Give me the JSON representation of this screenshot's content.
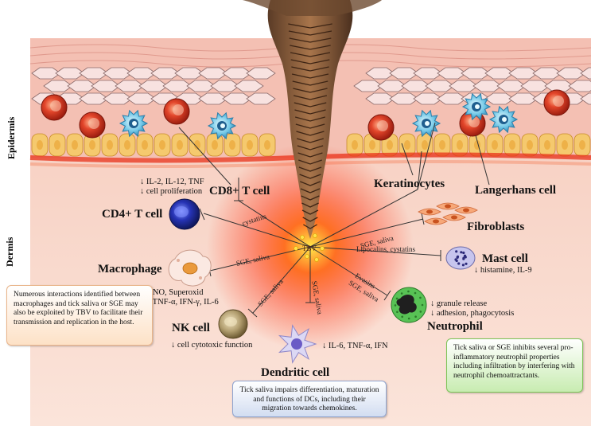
{
  "layers": {
    "epidermis": "Epidermis",
    "dermis": "Dermis"
  },
  "center": {
    "label": "TBV"
  },
  "cells": {
    "cd8": "CD8+ T cell",
    "cd4": "CD4+ T cell",
    "macrophage": "Macrophage",
    "nk": "NK cell",
    "dendritic": "Dendritic cell",
    "keratinocytes": "Keratinocytes",
    "langerhans": "Langerhans cell",
    "fibroblasts": "Fibroblasts",
    "mast": "Mast cell",
    "neutrophil": "Neutrophil"
  },
  "effects": {
    "cd4_line1": "↓ IL-2, IL-12, TNF",
    "cd4_line2": "↓ cell proliferation",
    "macrophage_line1": "↓ NO, Superoxid",
    "macrophage_line2": "↓ TNF-α, IFN-γ, IL-6",
    "nk": "↓ cell cytotoxic function",
    "dendritic": "↓ IL-6, TNF-α, IFN",
    "mast": "↓ histamine, IL-9",
    "neutrophil_line1": "↓ granule release",
    "neutrophil_line2": "↓ adhesion, phagocytosis"
  },
  "edge_labels": {
    "cystatins": "cystatins",
    "sge_saliva_mac": "SGE, saliva",
    "sge_saliva_nk": "SGE, saliva",
    "sge_saliva_dc": "SGE, saliva",
    "sge_saliva_fib": "SGE, saliva",
    "lipocalins": "Lipocalins, cystatins",
    "evasins": "Evasins",
    "sge_saliva_neu": "SGE, saliva"
  },
  "notes": {
    "macrophage": "Numerous interactions identified between macrophages and tick saliva or SGE may also be exploited by TBV to facilitate their transmission and replication in the host.",
    "dendritic": "Tick saliva impairs differentiation, maturation and functions of DCs, including their migration towards chemokines.",
    "neutrophil": "Tick saliva or SGE inhibits several pro-inflammatory neutrophil properties including infiltration by interfering with neutrophil chemoattractants."
  },
  "colors": {
    "skin": "#f6c8b8",
    "dermis_bg": "#fbe3d8",
    "keratinocyte": "#f5c96e",
    "inhibition_line": "#333333",
    "center_glow": "#ff3b1a"
  },
  "icons": [
    "tick-mouthpart-icon",
    "t-cell-icon",
    "langerhans-cell-icon",
    "macrophage-icon",
    "nk-cell-icon",
    "dendritic-cell-icon",
    "fibroblast-icon",
    "mast-cell-icon",
    "neutrophil-icon",
    "virus-icon"
  ]
}
